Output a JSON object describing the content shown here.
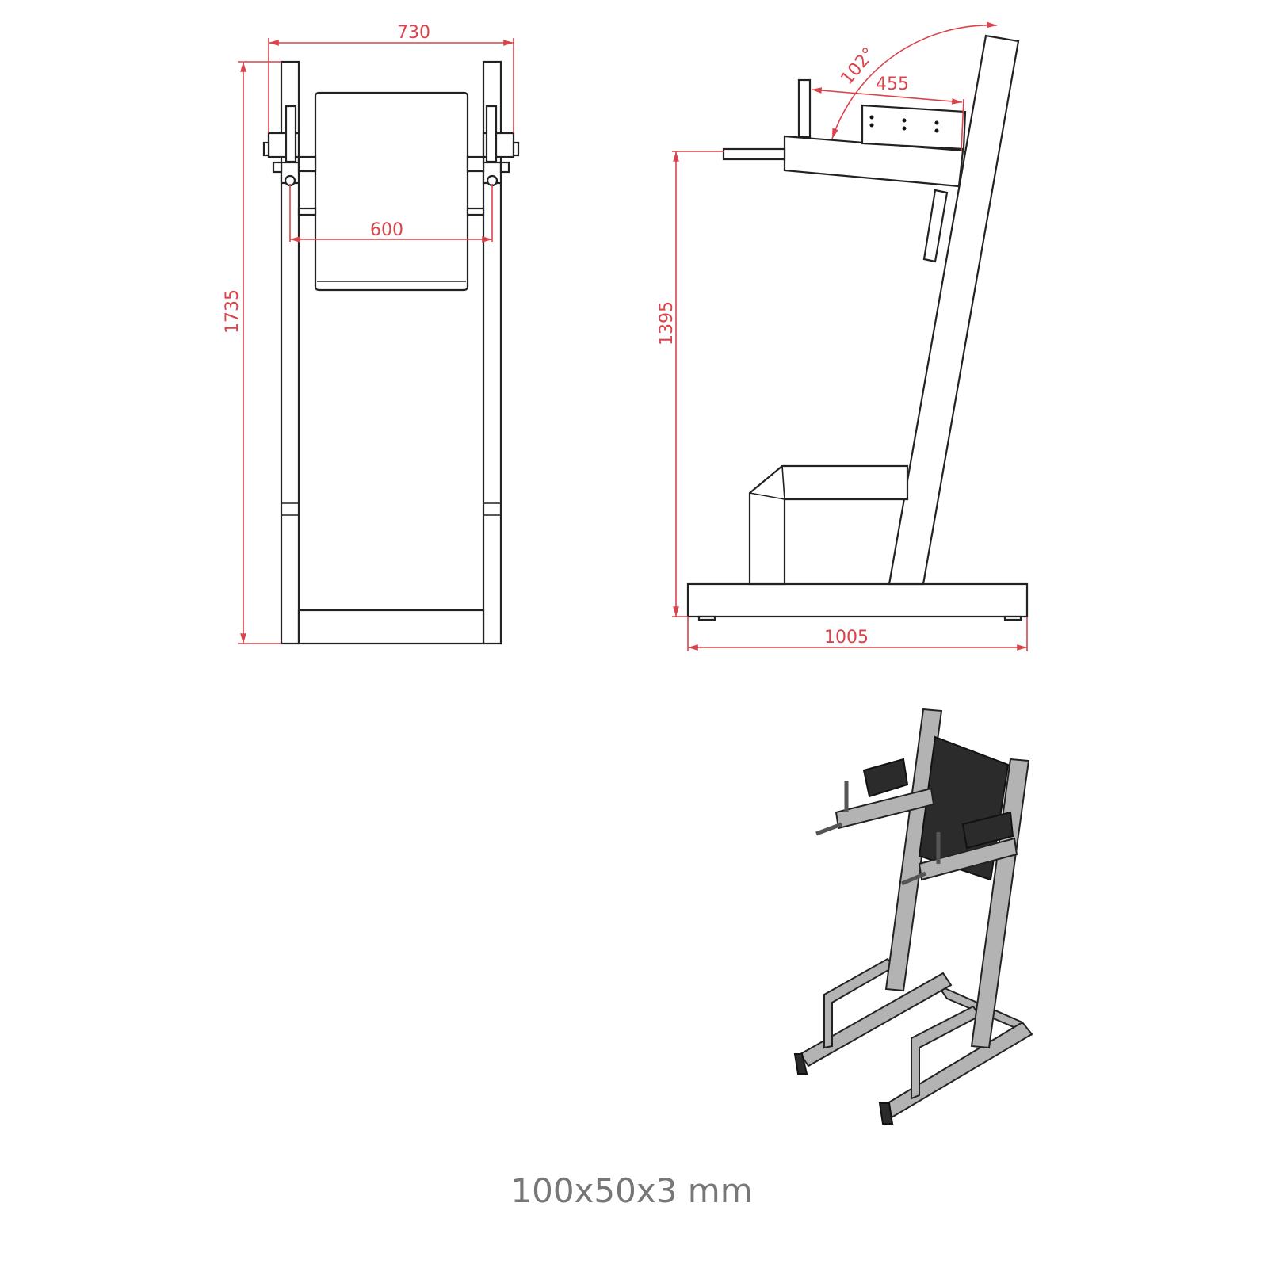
{
  "dimensions": {
    "front_width": "730",
    "handle_spacing": "600",
    "total_height": "1735",
    "armrest_length": "455",
    "back_angle": "102°",
    "handle_height": "1395",
    "base_depth": "1005"
  },
  "caption": "100x50x3 mm",
  "colors": {
    "dimension": "#d9434a",
    "frame": "#b3b3b3",
    "pad": "#2b2b2b",
    "caption": "#777777"
  }
}
